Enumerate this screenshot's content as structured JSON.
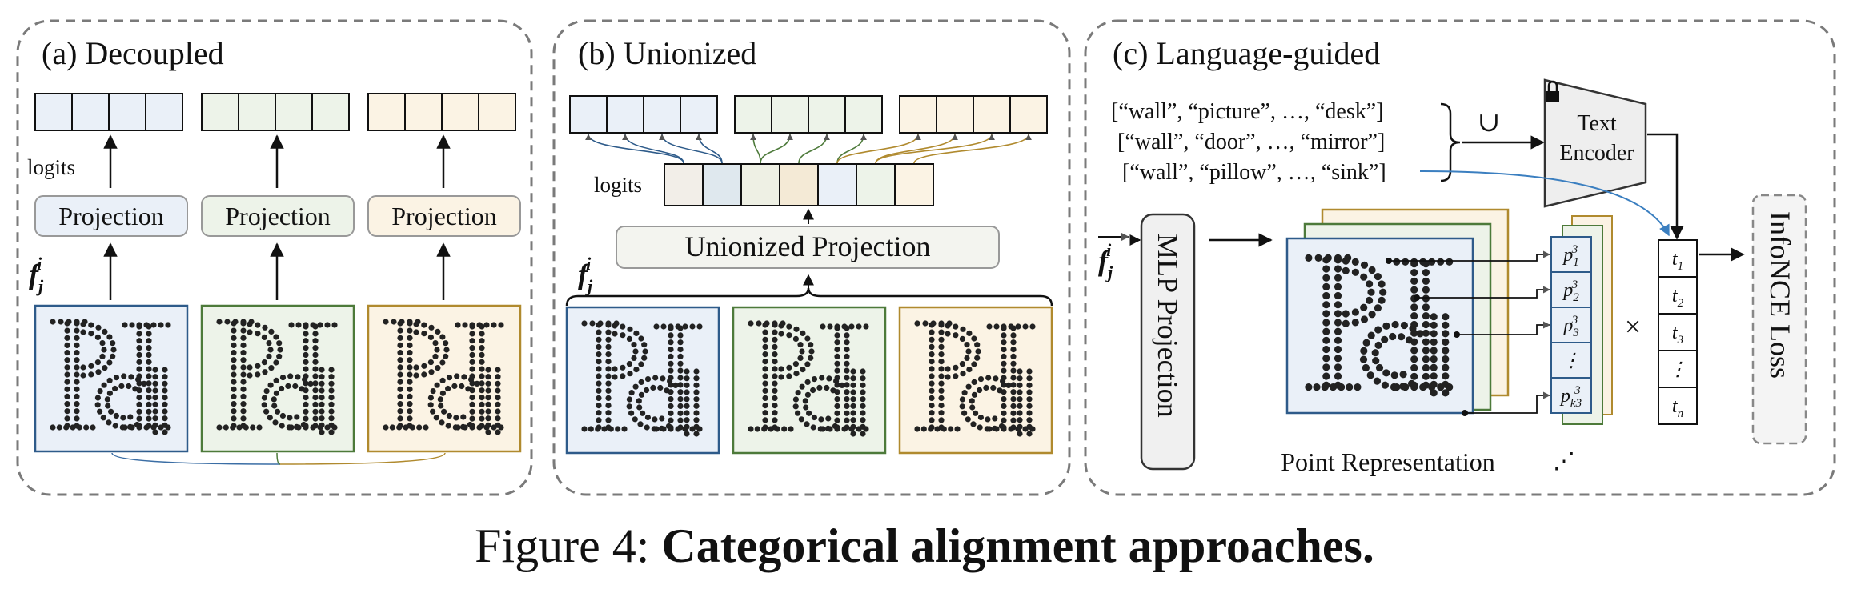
{
  "panels": {
    "a": {
      "title": "(a) Decoupled",
      "logits_label": "logits",
      "projection_label": "Projection",
      "feature_label": "f",
      "feature_sub": "j",
      "feature_sup": "i"
    },
    "b": {
      "title": "(b) Unionized",
      "logits_label": "logits",
      "projection_label": "Unionized Projection",
      "feature_label": "f",
      "feature_sub": "j",
      "feature_sup": "i"
    },
    "c": {
      "title": "(c) Language-guided",
      "vocab_lists": [
        {
          "text": "[“wall”, “picture”, …, “desk”]",
          "color": "#c9a227"
        },
        {
          "text": "[“wall”, “door”, …, “mirror”]",
          "color": "#4f8a3c"
        },
        {
          "text": "[“wall”, “pillow”, …, “sink”]",
          "color": "#3b7fc0"
        }
      ],
      "union_symbol": "∪",
      "text_encoder_line1": "Text",
      "text_encoder_line2": "Encoder",
      "mlp_label": "MLP Projection",
      "point_rep_label": "Point Representation",
      "feature_label": "f",
      "feature_sub": "j",
      "feature_sup": "i",
      "point_features": [
        {
          "base": "p",
          "sub": "1",
          "sup": "3"
        },
        {
          "base": "p",
          "sub": "2",
          "sup": "3"
        },
        {
          "base": "p",
          "sub": "3",
          "sup": "3"
        },
        {
          "base": "⋮",
          "sub": "",
          "sup": ""
        },
        {
          "base": "p",
          "sub": "k3",
          "sup": "3"
        }
      ],
      "text_features": [
        {
          "base": "t",
          "sub": "1"
        },
        {
          "base": "t",
          "sub": "2"
        },
        {
          "base": "t",
          "sub": "3"
        },
        {
          "base": "⋮",
          "sub": ""
        },
        {
          "base": "t",
          "sub": "n"
        }
      ],
      "times_symbol": "×",
      "loss_label": "InfoNCE Loss",
      "ellipsis": "⋰"
    }
  },
  "colors": {
    "blue_fill": "#eaf0f8",
    "blue_stroke": "#2e5b8a",
    "green_fill": "#edf3e9",
    "green_stroke": "#4d7a3a",
    "yellow_fill": "#fbf3e4",
    "yellow_stroke": "#b08a2e",
    "panel_border": "#7a7a7a"
  },
  "caption": {
    "prefix": "Figure 4: ",
    "bold": "Categorical alignment approaches."
  }
}
